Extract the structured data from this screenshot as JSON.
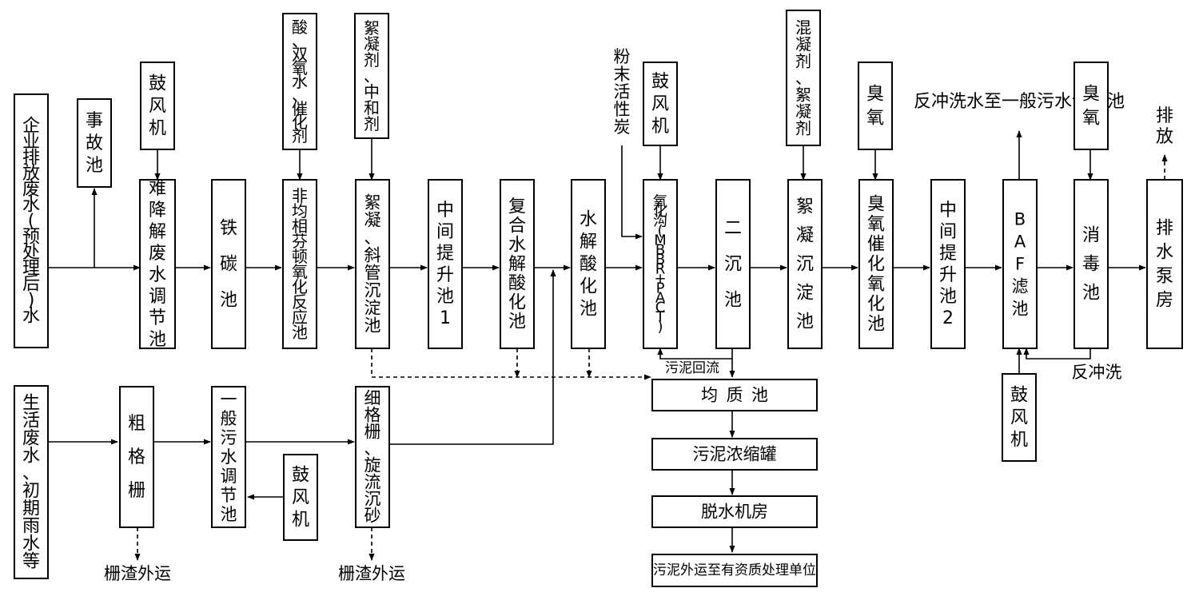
{
  "main_row": {
    "enterprise_wastewater": "企业排放废水(预处理后)水",
    "refractory_regulating": "难降解废水调节池",
    "iron_carbon": "铁碳池",
    "fenton": "非均相芬顿氧化反应池",
    "flocculation_inclined": "絮凝、斜管沉淀池",
    "intermediate_lift_1": "中间提升池1",
    "composite_hydrolysis": "复合水解酸化池",
    "hydrolysis_acidification": "水解酸化池",
    "oxidation_ditch": "氧化沟(MBBR+PACT)",
    "secondary_settling": "二沉池",
    "flocculation_settling": "絮凝沉淀池",
    "ozone_catalytic": "臭氧催化氧化池",
    "intermediate_lift_2": "中间提升池2",
    "baf": "BAF滤池",
    "disinfection": "消毒池",
    "drain_pump": "排水泵房"
  },
  "top_inputs": {
    "accident_pool": "事故池",
    "blower_1": "鼓风机",
    "fenton_reagents": "酸、双氧水、催化剂",
    "flocculant_neutralizer": "絮凝剂、中和剂",
    "pac": "粉末活性炭",
    "blower_2": "鼓风机",
    "coagulant_flocculant": "混凝剂、絮凝剂",
    "ozone_1": "臭氧",
    "backwash_target": "反冲洗水至一般污水调节池",
    "ozone_2": "臭氧",
    "discharge": "排放"
  },
  "bottom_row": {
    "domestic_wastewater": "生活废水、初期雨水等",
    "coarse_screen": "粗格栅",
    "general_regulating": "一般污水调节池",
    "blower_3": "鼓风机",
    "fine_screen_grit": "细格栅、旋流沉砂",
    "screenings_1": "栅渣外运",
    "screenings_2": "栅渣外运",
    "blower_4": "鼓风机",
    "backwash": "反冲洗"
  },
  "sludge": {
    "sludge_return": "污泥回流",
    "homogenizer": "均质池",
    "thickener": "污泥浓缩罐",
    "dewatering": "脱水机房",
    "disposal": "污泥外运至有资质处理单位"
  }
}
